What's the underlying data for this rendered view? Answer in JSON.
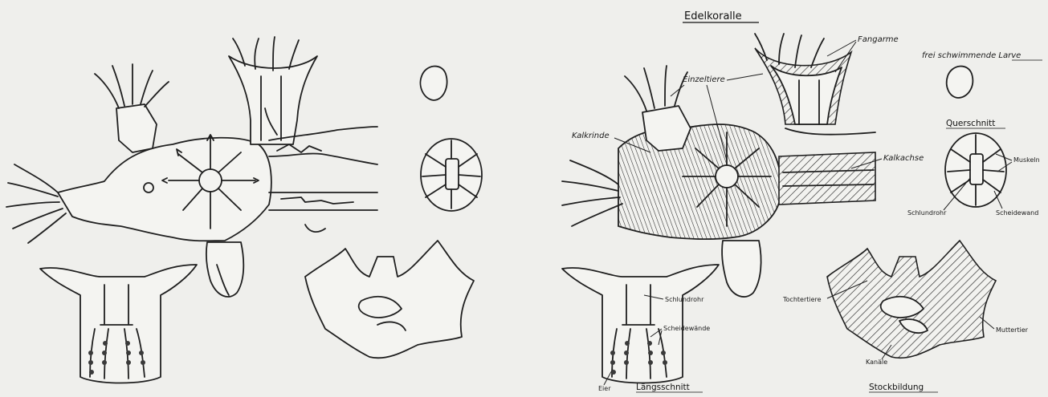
{
  "title": "Edelkoralle",
  "labels": {
    "fangarme": "Fangarme",
    "einzeltiere": "Einzeltiere",
    "kalkrinde": "Kalkrinde",
    "kalkachse": "Kalkachse",
    "larve": "frei schwimmende Larve",
    "querschnitt": "Querschnitt",
    "muskeln": "Muskeln",
    "schlundrohr_q": "Schlundrohr",
    "scheidewand": "Scheidewand",
    "schlundrohr_l": "Schlundrohr",
    "scheidewaende": "Scheidewände",
    "eier": "Eier",
    "laengsschnitt": "Längsschnitt",
    "tochtertiere": "Tochtertiere",
    "muttertier": "Muttertier",
    "kanaele": "Kanäle",
    "stockbildung": "Stockbildung"
  }
}
